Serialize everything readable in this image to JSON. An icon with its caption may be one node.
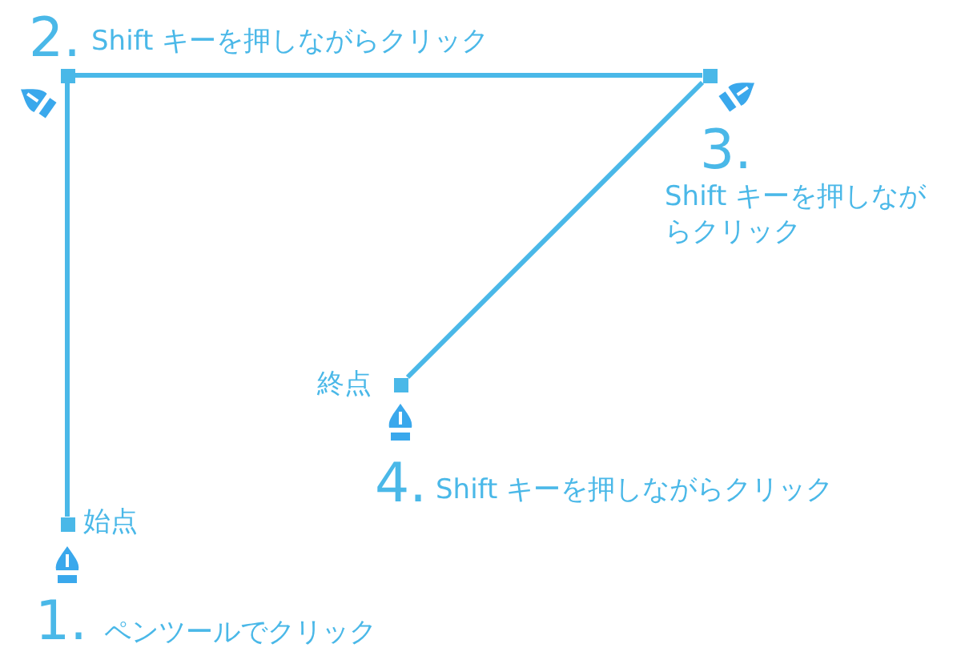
{
  "diagram": {
    "nodes": [
      {
        "text": [],
        "shape": "box",
        "beside": [
          "始点",
          "1.",
          "ペンツールでクリック"
        ]
      },
      {
        "text": [],
        "shape": "box",
        "beside": [
          "2.",
          "Shift キーを押しながらクリック"
        ]
      },
      {
        "text": [],
        "shape": "box",
        "beside": [
          "3.",
          "Shift キーを押しながらクリック"
        ]
      },
      {
        "text": [],
        "shape": "box",
        "beside": [
          "終点",
          "4.",
          "Shift キーを押しながらクリック"
        ]
      }
    ],
    "edges": [
      {
        "from": 0,
        "to": 1,
        "arrow": "none"
      },
      {
        "from": 1,
        "to": 2,
        "arrow": "none"
      },
      {
        "from": 2,
        "to": 3,
        "arrow": "none"
      }
    ]
  }
}
